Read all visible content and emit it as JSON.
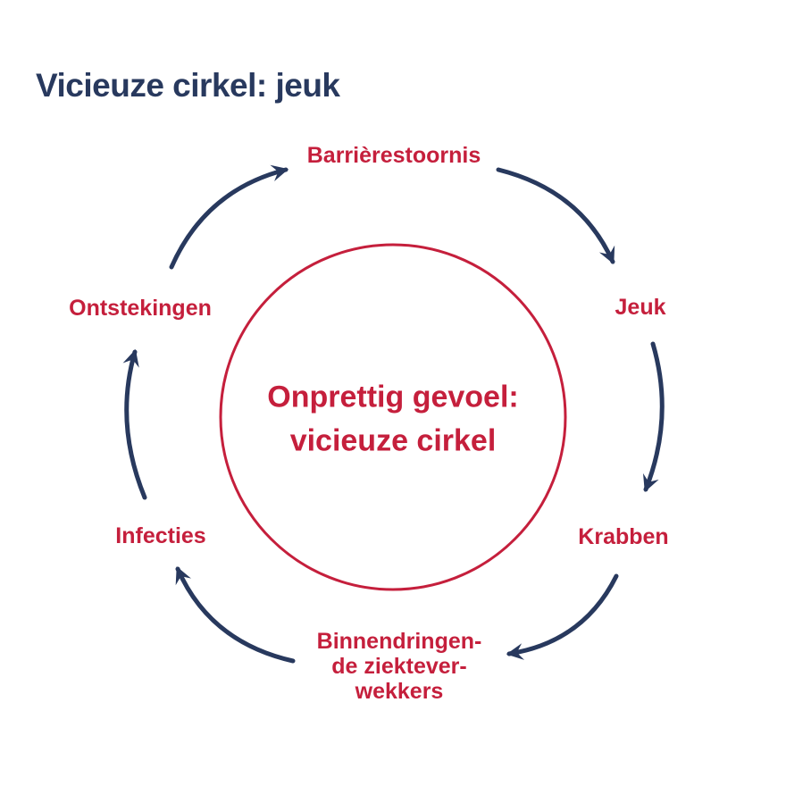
{
  "title": "Vicieuze cirkel: jeuk",
  "center": {
    "label": "Onprettig gevoel:\nvicieuze cirkel"
  },
  "nodes": [
    {
      "id": "barrierestoornis",
      "label": "Barrièrestoornis"
    },
    {
      "id": "jeuk",
      "label": "Jeuk"
    },
    {
      "id": "krabben",
      "label": "Krabben"
    },
    {
      "id": "binnendringende-ziekteverwekkers",
      "label": "Binnendringen-\nde ziektever-\nwekkers"
    },
    {
      "id": "infecties",
      "label": "Infecties"
    },
    {
      "id": "ontstekingen",
      "label": "Ontstekingen"
    }
  ],
  "cycle_order": [
    "Barrièrestoornis",
    "Jeuk",
    "Krabben",
    "Binnendringende ziekteverwekkers",
    "Infecties",
    "Ontstekingen"
  ],
  "colors": {
    "navy": "#28395e",
    "red": "#c51f3c",
    "background": "#ffffff"
  }
}
